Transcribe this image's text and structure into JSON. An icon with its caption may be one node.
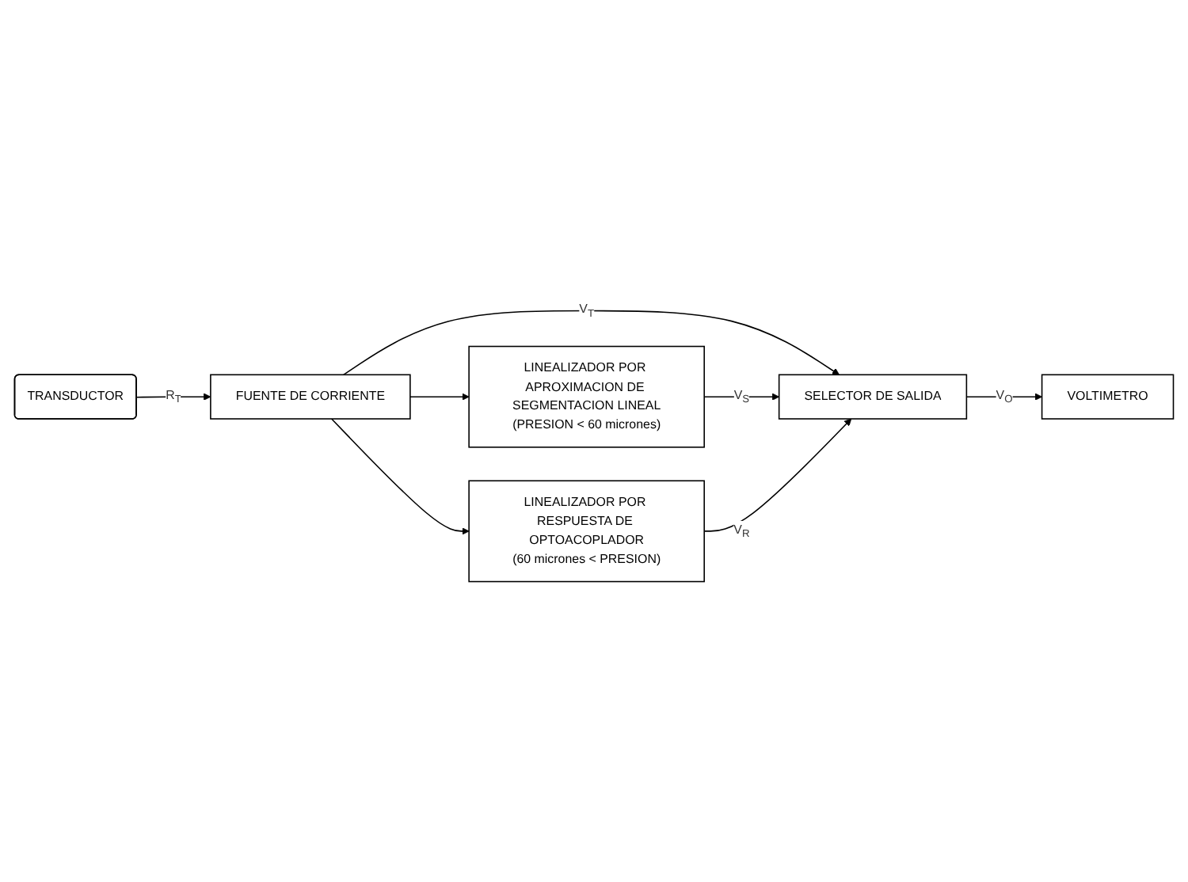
{
  "diagram": {
    "nodes": [
      {
        "text": [
          "TRANSDUCTOR"
        ]
      },
      {
        "text": [
          "FUENTE DE CORRIENTE"
        ]
      },
      {
        "text": [
          "LINEALIZADOR POR APROXIMACION DE SEGMENTACION LINEAL",
          "(PRESION < 60 micrones)"
        ]
      },
      {
        "text": [
          "SELECTOR DE SALIDA"
        ]
      },
      {
        "text": [
          "VOLTIMETRO"
        ]
      },
      {
        "text": [
          "LINEALIZADOR POR RESPUESTA DE OPTOACOPLADOR",
          "(60 micrones < PRESION)"
        ]
      }
    ],
    "edges": [
      {
        "from": 0,
        "to": 1,
        "arrow": "to",
        "label": "R$_{T}$"
      },
      {
        "from": 1,
        "to": 2,
        "arrow": "to"
      },
      {
        "from": 1,
        "to": 3,
        "arrow": "to",
        "label": "V$_{T}$"
      },
      {
        "from": 1,
        "to": 5,
        "arrow": "to"
      },
      {
        "from": 2,
        "to": 3,
        "arrow": "to",
        "label": "V$_{S}$"
      },
      {
        "from": 5,
        "to": 3,
        "arrow": "to",
        "label": "V$_{R}$"
      },
      {
        "from": 3,
        "to": 4,
        "arrow": "to",
        "label": "V$_{O}$"
      }
    ]
  }
}
